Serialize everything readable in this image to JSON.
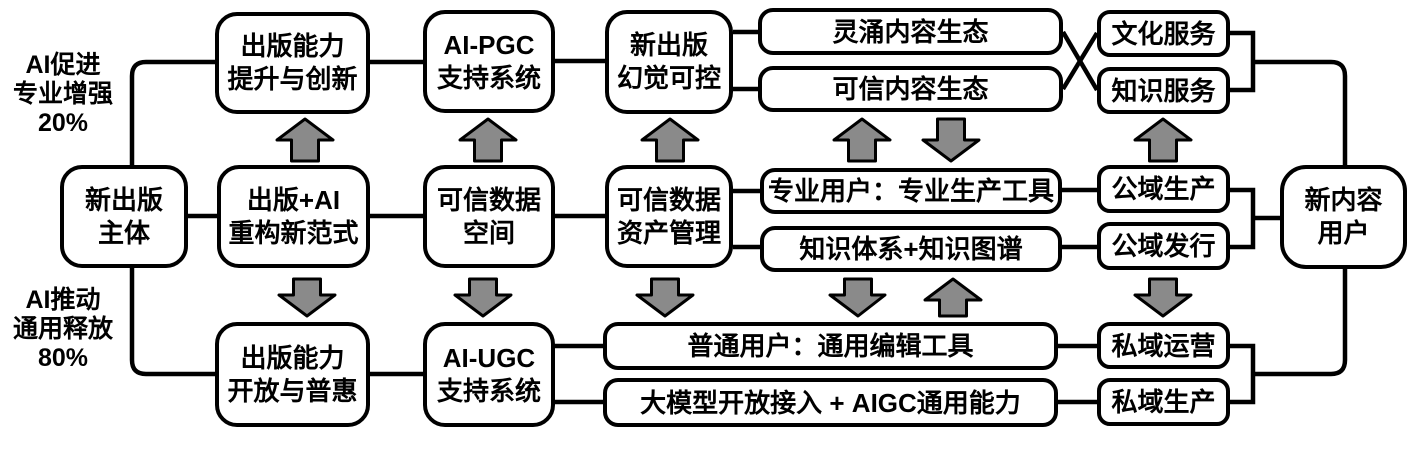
{
  "colors": {
    "background": "#ffffff",
    "line_color": "#000000",
    "box_fill": "#ffffff",
    "arrow_fill": "#8a8a8a",
    "text_color": "#000000"
  },
  "side_labels": {
    "top_left": "AI促进\n专业增强\n20%",
    "bottom_left": "AI推动\n通用释放\n80%"
  },
  "boxes": {
    "publish_capability_innovation": "出版能力\n提升与创新",
    "ai_pgc_support_system": "AI-PGC\n支持系统",
    "new_publishing_hallucination_control": "新出版\n幻觉可控",
    "lingyong_content_ecosystem": "灵涌内容生态",
    "trusted_content_ecosystem": "可信内容生态",
    "culture_service": "文化服务",
    "knowledge_service": "知识服务",
    "new_publisher": "新出版\n主体",
    "publish_ai_new_paradigm": "出版+AI\n重构新范式",
    "trusted_data_space": "可信数据\n空间",
    "trusted_data_asset_mgmt": "可信数据\n资产管理",
    "pro_user_production_tools": "专业用户：专业生产工具",
    "knowledge_system_graph": "知识体系+知识图谱",
    "public_domain_production": "公域生产",
    "public_domain_distribution": "公域发行",
    "new_content_user": "新内容\n用户",
    "publish_capability_open": "出版能力\n开放与普惠",
    "ai_ugc_support_system": "AI-UGC\n支持系统",
    "general_user_editing_tools": "普通用户：通用编辑工具",
    "llm_open_access_aigc": "大模型开放接入 + AIGC通用能力",
    "private_domain_operation": "私域运营",
    "private_domain_production": "私域生产"
  }
}
